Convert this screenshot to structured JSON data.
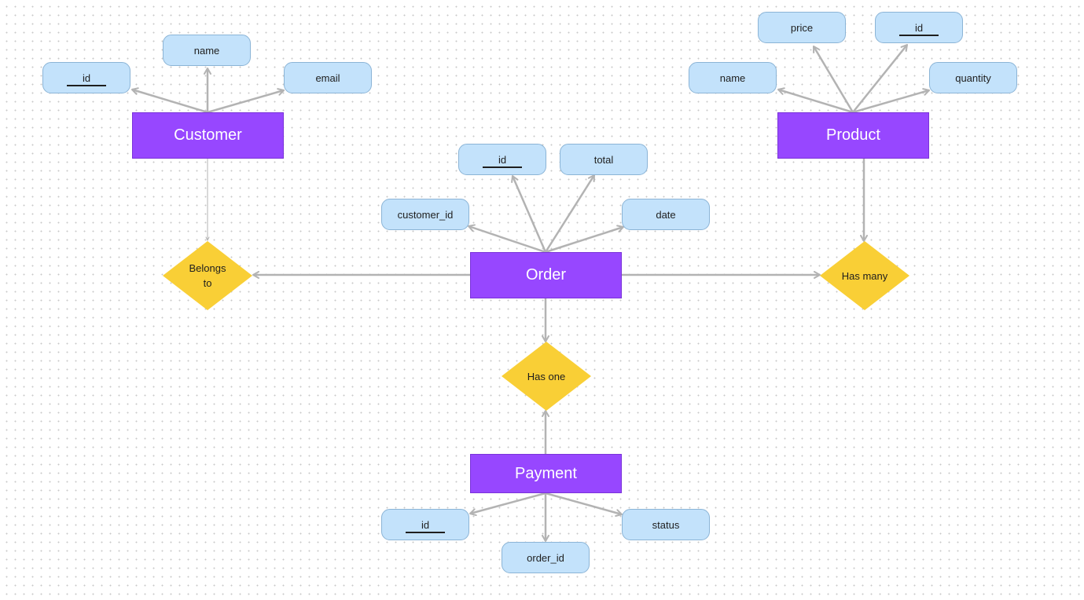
{
  "entities": {
    "customer": {
      "label": "Customer",
      "attributes": {
        "id": "id",
        "name": "name",
        "email": "email"
      }
    },
    "product": {
      "label": "Product",
      "attributes": {
        "price": "price",
        "id": "id",
        "name": "name",
        "quantity": "quantity"
      }
    },
    "order": {
      "label": "Order",
      "attributes": {
        "id": "id",
        "total": "total",
        "customer_id": "customer_id",
        "date": "date"
      }
    },
    "payment": {
      "label": "Payment",
      "attributes": {
        "id": "id",
        "order_id": "order_id",
        "status": "status"
      }
    }
  },
  "relationships": {
    "belongs_to": "Belongs to",
    "has_many": "Has many",
    "has_one": "Has one"
  },
  "colors": {
    "entity": "#9747ff",
    "attribute": "#c3e2fb",
    "relationship": "#f9cf36",
    "connector": "#b3b3b3"
  }
}
